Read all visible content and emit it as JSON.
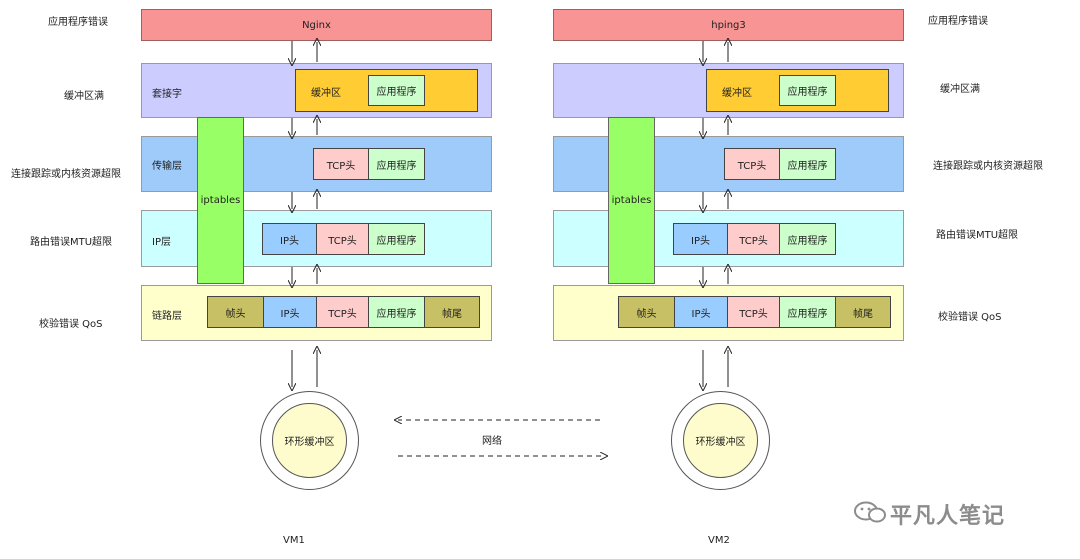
{
  "left_labels": {
    "app_error": "应用程序错误",
    "buffer_full": "缓冲区满",
    "conntrack": "连接跟踪或内核资源超限",
    "route_mtu": "路由错误MTU超限",
    "checksum_qos": "校验错误 QoS"
  },
  "right_labels": {
    "app_error": "应用程序错误",
    "buffer_full": "缓冲区满",
    "conntrack": "连接跟踪或内核资源超限",
    "route_mtu": "路由错误MTU超限",
    "checksum_qos": "校验错误 QoS"
  },
  "vm1": {
    "app": "Nginx",
    "socket_label": "套接字",
    "transport_label": "传输层",
    "ip_label": "IP层",
    "link_label": "链路层",
    "iptables": "iptables",
    "buffer": "缓冲区",
    "app_data": "应用程序",
    "tcp_head": "TCP头",
    "ip_head": "IP头",
    "frame_head": "帧头",
    "frame_tail": "帧尾",
    "ring": "环形缓冲区",
    "name": "VM1"
  },
  "vm2": {
    "app": "hping3",
    "iptables": "iptables",
    "buffer": "缓冲区",
    "app_data": "应用程序",
    "tcp_head": "TCP头",
    "ip_head": "IP头",
    "frame_head": "帧头",
    "frame_tail": "帧尾",
    "ring": "环形缓冲区",
    "name": "VM2"
  },
  "network": "网络",
  "watermark": "平凡人笔记",
  "colors": {
    "app": "#f99494",
    "socket": "#ccccff",
    "transport": "#9ecbf9",
    "ip": "#ccffff",
    "link": "#ffffcc",
    "iptables": "#99ff66",
    "buffer": "#ffcc33",
    "app_data": "#ccffcc",
    "tcp_head": "#ffcccc",
    "ip_head": "#99ccff",
    "frame": "#c8c064"
  }
}
